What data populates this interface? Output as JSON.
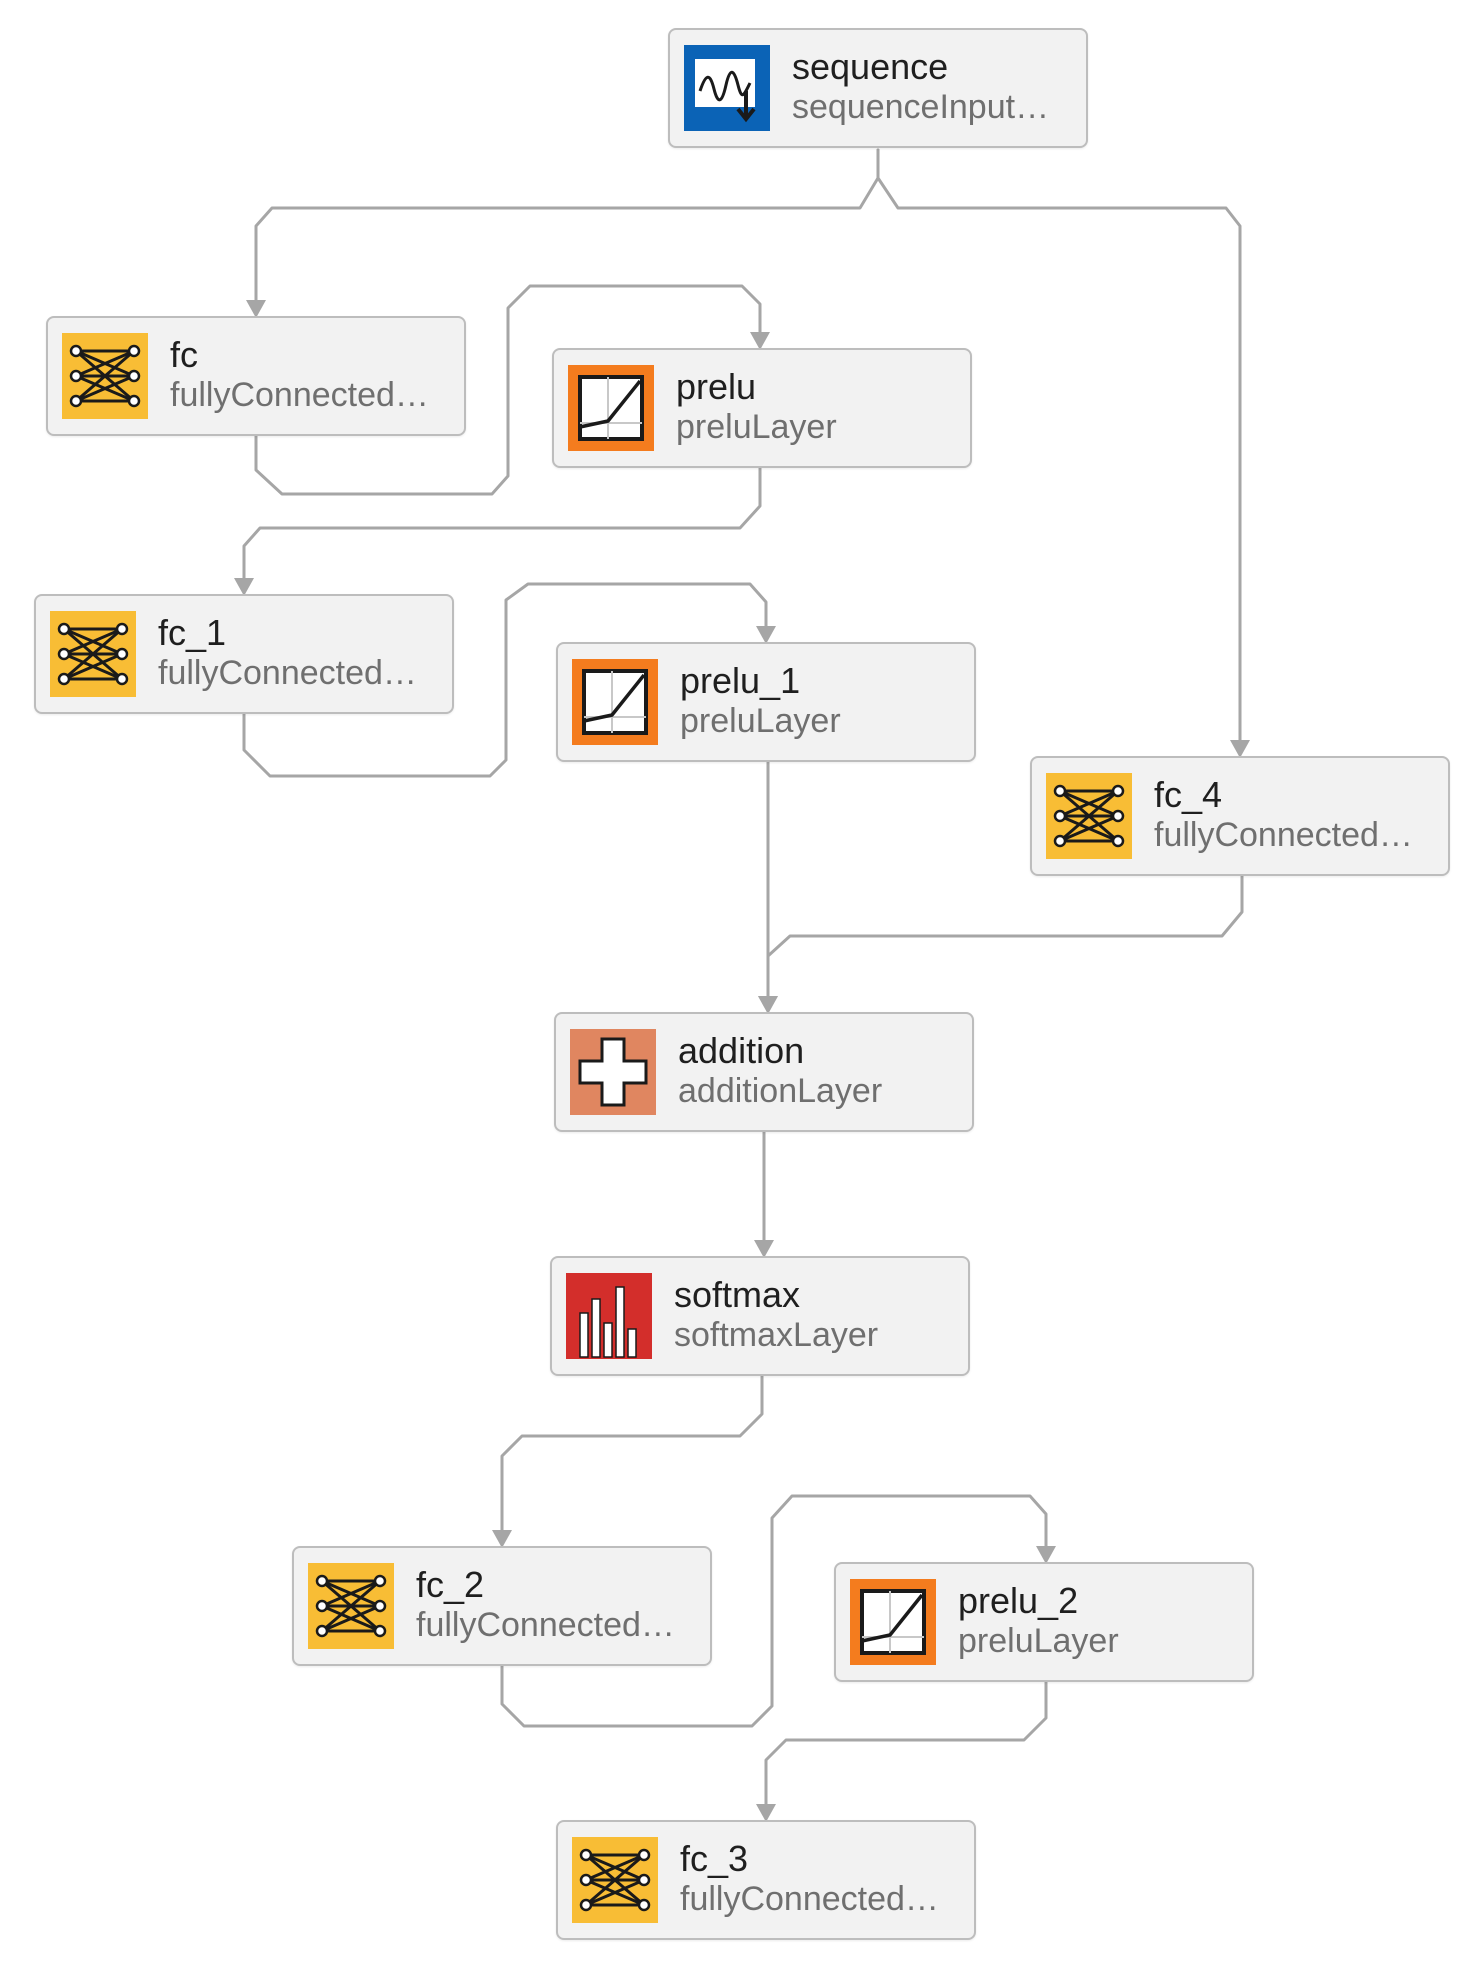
{
  "diagram": {
    "nodes": [
      {
        "id": "sequence",
        "name": "sequence",
        "type": "sequenceInput…",
        "icon": "sequence-input-icon"
      },
      {
        "id": "fc",
        "name": "fc",
        "type": "fullyConnected…",
        "icon": "fully-connected-icon"
      },
      {
        "id": "prelu",
        "name": "prelu",
        "type": "preluLayer",
        "icon": "prelu-icon"
      },
      {
        "id": "fc_1",
        "name": "fc_1",
        "type": "fullyConnected…",
        "icon": "fully-connected-icon"
      },
      {
        "id": "prelu_1",
        "name": "prelu_1",
        "type": "preluLayer",
        "icon": "prelu-icon"
      },
      {
        "id": "fc_4",
        "name": "fc_4",
        "type": "fullyConnected…",
        "icon": "fully-connected-icon"
      },
      {
        "id": "addition",
        "name": "addition",
        "type": "additionLayer",
        "icon": "addition-icon"
      },
      {
        "id": "softmax",
        "name": "softmax",
        "type": "softmaxLayer",
        "icon": "softmax-icon"
      },
      {
        "id": "fc_2",
        "name": "fc_2",
        "type": "fullyConnected…",
        "icon": "fully-connected-icon"
      },
      {
        "id": "prelu_2",
        "name": "prelu_2",
        "type": "preluLayer",
        "icon": "prelu-icon"
      },
      {
        "id": "fc_3",
        "name": "fc_3",
        "type": "fullyConnected…",
        "icon": "fully-connected-icon"
      }
    ],
    "edges": [
      {
        "from": "sequence",
        "to": "fc"
      },
      {
        "from": "sequence",
        "to": "fc_4"
      },
      {
        "from": "fc",
        "to": "prelu"
      },
      {
        "from": "prelu",
        "to": "fc_1"
      },
      {
        "from": "fc_1",
        "to": "prelu_1"
      },
      {
        "from": "prelu_1",
        "to": "addition"
      },
      {
        "from": "fc_4",
        "to": "addition"
      },
      {
        "from": "addition",
        "to": "softmax"
      },
      {
        "from": "softmax",
        "to": "fc_2"
      },
      {
        "from": "fc_2",
        "to": "prelu_2"
      },
      {
        "from": "prelu_2",
        "to": "fc_3"
      }
    ],
    "colors": {
      "node_bg": "#f2f2f2",
      "node_border": "#bdbdbd",
      "edge": "#a6a6a6",
      "sequence_icon": "#0b63b6",
      "fully_connected_icon": "#f8bd35",
      "prelu_icon": "#f47c1e",
      "addition_icon": "#e08660",
      "softmax_icon": "#d32e2b"
    }
  }
}
